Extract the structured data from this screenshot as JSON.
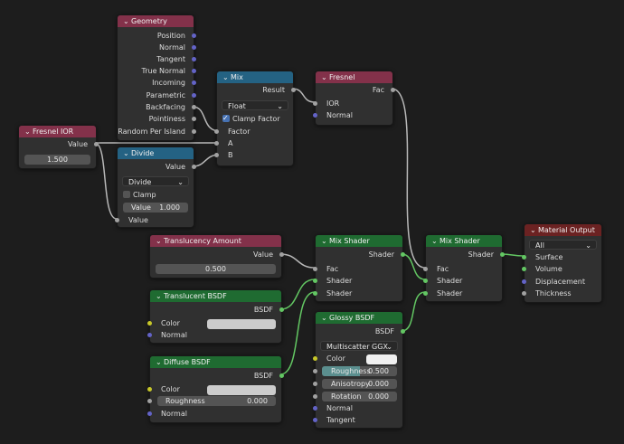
{
  "nodes": {
    "geometry": {
      "title": "Geometry",
      "outputs": [
        "Position",
        "Normal",
        "Tangent",
        "True Normal",
        "Incoming",
        "Parametric",
        "Backfacing",
        "Pointiness",
        "Random Per Island"
      ]
    },
    "mix": {
      "title": "Mix",
      "output": "Result",
      "data_type": "Float",
      "clamp_label": "Clamp Factor",
      "inputs": [
        "Factor",
        "A",
        "B"
      ]
    },
    "fresnel": {
      "title": "Fresnel",
      "output": "Fac",
      "inputs": [
        "IOR",
        "Normal"
      ]
    },
    "fresnel_ior": {
      "title": "Fresnel IOR",
      "output": "Value",
      "value": "1.500"
    },
    "divide": {
      "title": "Divide",
      "output": "Value",
      "operation": "Divide",
      "clamp_label": "Clamp",
      "value_label": "Value",
      "value": "1.000",
      "input": "Value"
    },
    "translucency": {
      "title": "Translucency Amount",
      "output": "Value",
      "value": "0.500"
    },
    "mix_shader_1": {
      "title": "Mix Shader",
      "output": "Shader",
      "inputs": [
        "Fac",
        "Shader",
        "Shader"
      ]
    },
    "mix_shader_2": {
      "title": "Mix Shader",
      "output": "Shader",
      "inputs": [
        "Fac",
        "Shader",
        "Shader"
      ]
    },
    "material_output": {
      "title": "Material Output",
      "target": "All",
      "inputs": [
        "Surface",
        "Volume",
        "Displacement",
        "Thickness"
      ]
    },
    "translucent": {
      "title": "Translucent BSDF",
      "output": "BSDF",
      "inputs": [
        "Color",
        "Normal"
      ],
      "color": "#cccccc"
    },
    "diffuse": {
      "title": "Diffuse BSDF",
      "output": "BSDF",
      "inputs": [
        "Color",
        "Roughness",
        "Normal"
      ],
      "roughness": "0.000",
      "color": "#cccccc"
    },
    "glossy": {
      "title": "Glossy BSDF",
      "output": "BSDF",
      "distribution": "Multiscatter GGX",
      "fields": [
        {
          "label": "Roughness",
          "value": "0.500"
        },
        {
          "label": "Anisotropy",
          "value": "0.000"
        },
        {
          "label": "Rotation",
          "value": "0.000"
        }
      ],
      "inputs": [
        "Color",
        "Normal",
        "Tangent"
      ],
      "color": "#f0f0f0"
    }
  },
  "colors": {
    "input_header": "#83314a",
    "converter_header": "#246283",
    "shader_header": "#1f6b31",
    "output_header": "#6b2222",
    "wire": "#b8b8b8",
    "shader_wire": "#63c763"
  },
  "icons": {
    "collapse": "chevron-down-icon",
    "dropdown": "chevron-down-icon",
    "checkbox": "checkbox-icon"
  }
}
